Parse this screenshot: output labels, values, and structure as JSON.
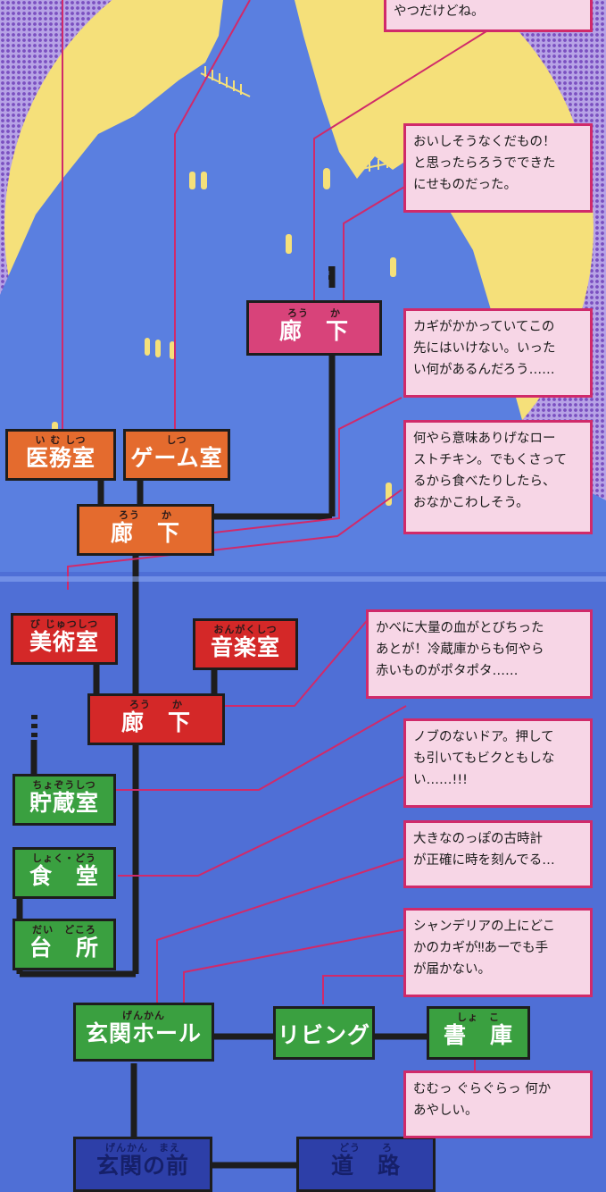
{
  "palette": {
    "sky": "#4f6fd6",
    "moon": "#f5e07a",
    "halftone": "#8a5fc4",
    "mansion": "#5b7fe0",
    "window": "#f5e07a",
    "connector": "#1d1d1d",
    "callout_line": "#d02a6a",
    "note_fill": "#f7d6e6"
  },
  "rooms": {
    "corridor_3f": {
      "ruby": "ろう　　か",
      "name": "廊　下",
      "color": "pink"
    },
    "infirmary": {
      "ruby": "い む しつ",
      "name": "医務室",
      "color": "orange"
    },
    "game_room": {
      "ruby": "しつ",
      "name": "ゲーム室",
      "color": "orange"
    },
    "corridor_2f": {
      "ruby": "ろう　　か",
      "name": "廊　下",
      "color": "orange"
    },
    "art_room": {
      "ruby": "び じゅつしつ",
      "name": "美術室",
      "color": "red"
    },
    "music_room": {
      "ruby": "おんがくしつ",
      "name": "音楽室",
      "color": "red"
    },
    "corridor_1f": {
      "ruby": "ろう　　か",
      "name": "廊　下",
      "color": "red"
    },
    "storage": {
      "ruby": "ちょぞうしつ",
      "name": "貯蔵室",
      "color": "green"
    },
    "dining": {
      "ruby": "しょく・どう",
      "name": "食　堂",
      "color": "green"
    },
    "kitchen": {
      "ruby": "だい　どころ",
      "name": "台　所",
      "color": "green"
    },
    "entrance_hall": {
      "ruby": "げんかん",
      "name": "玄関ホール",
      "color": "green"
    },
    "living": {
      "ruby": "",
      "name": "リビング",
      "color": "green"
    },
    "library": {
      "ruby": "しょ　こ",
      "name": "書　庫",
      "color": "green"
    },
    "front_door": {
      "ruby": "げんかん　まえ",
      "name": "玄関の前",
      "color": "blue"
    },
    "road": {
      "ruby": "どう　　ろ",
      "name": "道　路",
      "color": "blue"
    }
  },
  "notes": {
    "top": [
      "やつだけどね。"
    ],
    "fruit": [
      "おいしそうなくだもの！",
      "と思ったらろうでできた",
      "にせものだった。"
    ],
    "locked": [
      "カギがかかっていてこの",
      "先にはいけない。いった",
      "い何があるんだろう……"
    ],
    "chicken": [
      "何やら意味ありげなロー",
      "ストチキン。でもくさって",
      "るから食べたりしたら、",
      "おなかこわしそう。"
    ],
    "blood": [
      "かべに大量の血がとびちった",
      "あとが！冷蔵庫からも何やら",
      "赤いものがポタポタ……"
    ],
    "door": [
      "ノブのないドア。押して",
      "も引いてもビクともしな",
      "い……!!!"
    ],
    "clock": [
      "大きなのっぽの古時計",
      "が正確に時を刻んでる…"
    ],
    "chandelier": [
      "シャンデリアの上にどこ",
      "かのカギが‼あーでも手",
      "が届かない。"
    ],
    "shaky": [
      "むむっ ぐらぐらっ 何か",
      "あやしい。"
    ]
  }
}
